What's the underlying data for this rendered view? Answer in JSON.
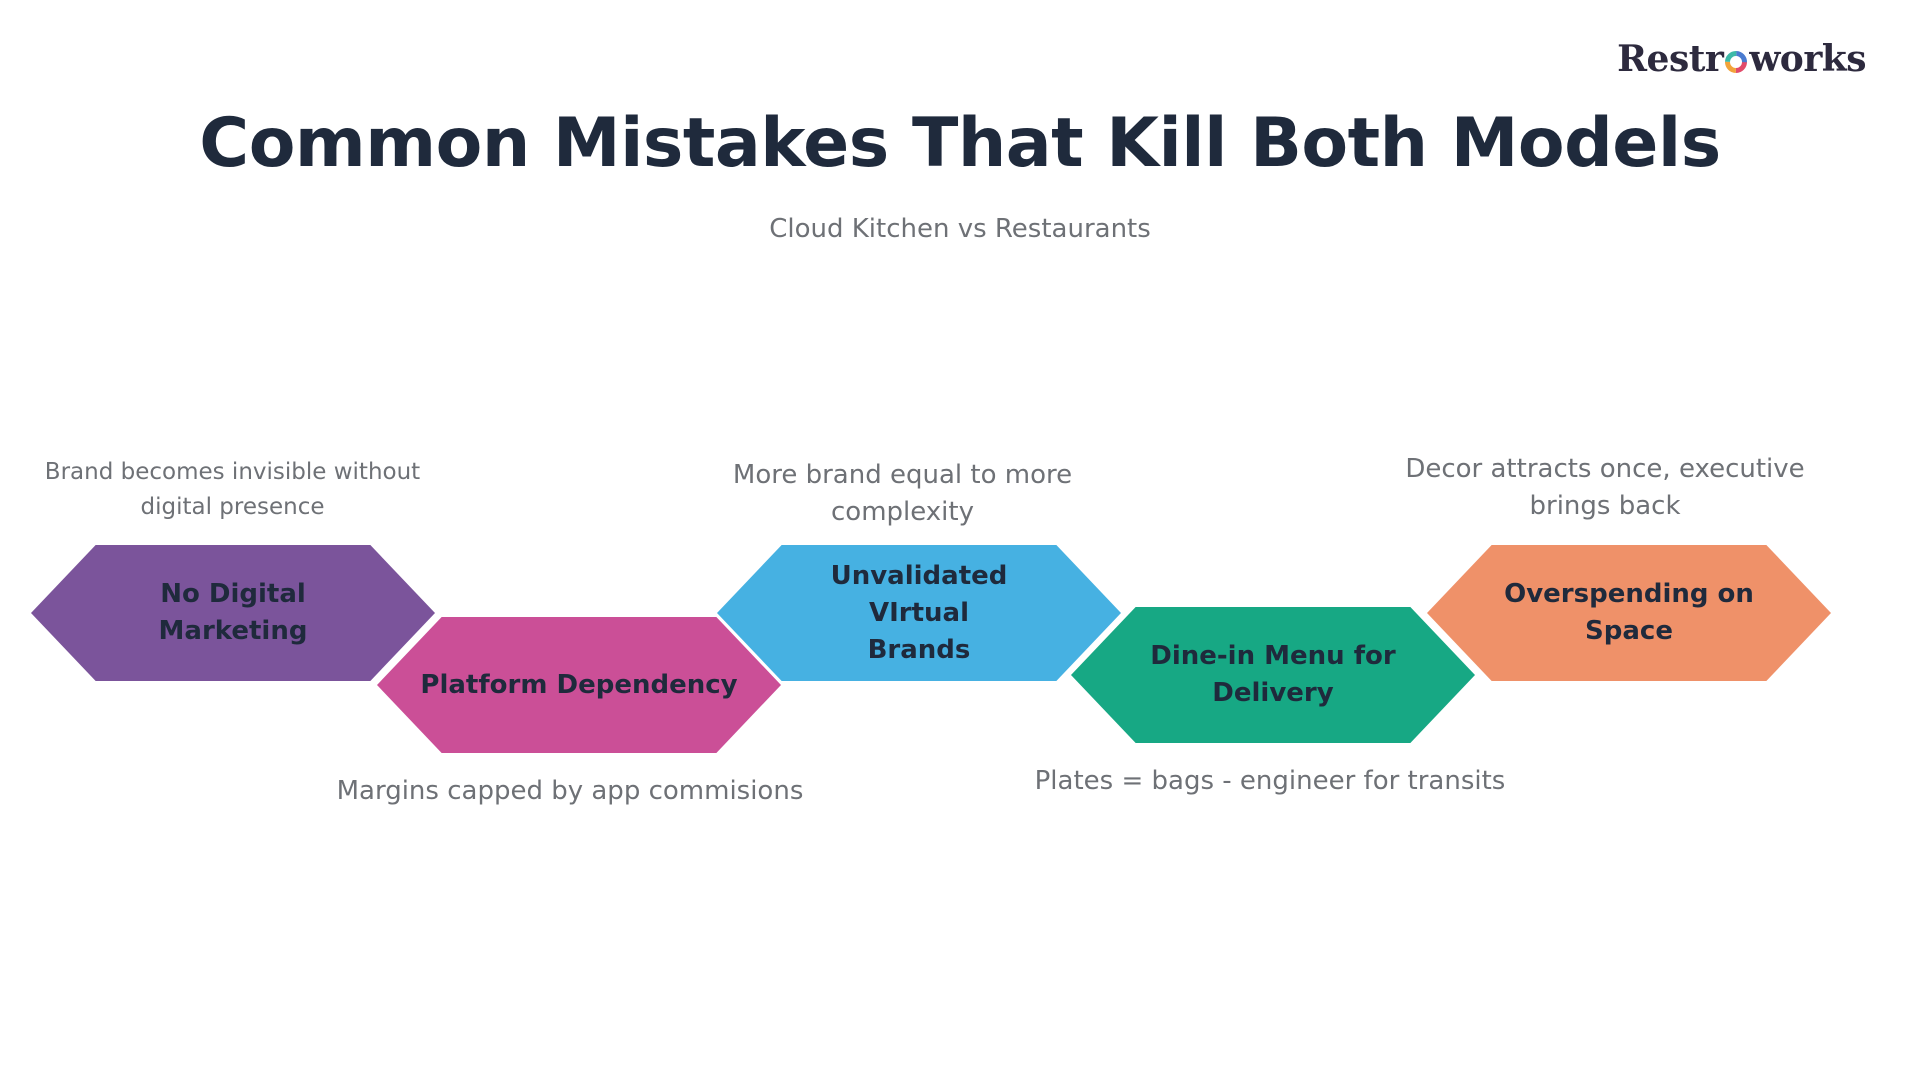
{
  "brand": {
    "logo_before": "Restr",
    "logo_after": "works",
    "logo_icon": "multicolor-ring-icon"
  },
  "header": {
    "title": "Common Mistakes That Kill Both Models",
    "subtitle": "Cloud Kitchen vs Restaurants"
  },
  "steps": [
    {
      "label": "No Digital Marketing",
      "note": "Brand becomes invisible without digital presence",
      "color": "#7b549b"
    },
    {
      "label": "Platform Dependency",
      "note": "Margins capped by app commisions",
      "color": "#cb4f97"
    },
    {
      "label": "Unvalidated VIrtual Brands",
      "note": "More brand equal to more complexity",
      "color": "#46b1e2"
    },
    {
      "label": "Dine-in Menu for Delivery",
      "note": "Plates = bags - engineer for transits",
      "color": "#17a884"
    },
    {
      "label": "Overspending on Space",
      "note": "Decor attracts once, executive brings back",
      "color": "#ef9169"
    }
  ]
}
